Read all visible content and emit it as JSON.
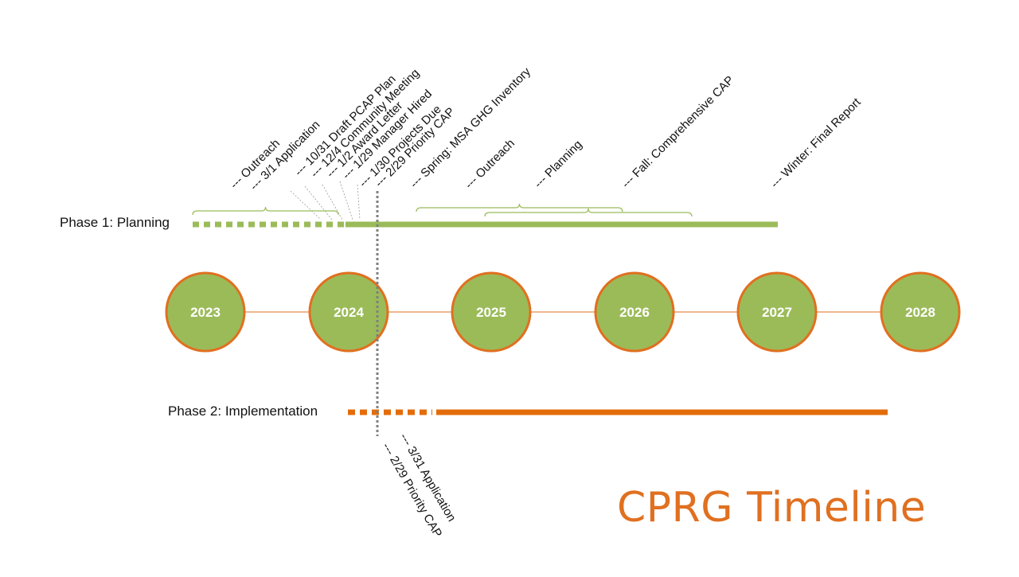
{
  "title": "CPRG Timeline",
  "colors": {
    "phase1": "#9bbb59",
    "phase2": "#e36c0a",
    "circle_fill": "#9bbb59",
    "circle_stroke": "#e07020",
    "title": "#e07020",
    "marker": "#7f7f7f",
    "connector": "#e07020"
  },
  "years": [
    "2023",
    "2024",
    "2025",
    "2026",
    "2027",
    "2028"
  ],
  "phases": [
    {
      "label": "Phase 1: Planning"
    },
    {
      "label": "Phase 2: Implementation"
    }
  ],
  "phase1_annotations": [
    "--- Outreach",
    "--- 3/1 Application",
    "--- 10/31 Draft PCAP Plan",
    "--- 12/4 Community Meeting",
    "--- 1/2 Award Letter",
    "--- 1/29 Manager Hired",
    "--- 1/30 Projects Due",
    "--- 2/29 Priority CAP",
    "--- Spring: MSA GHG Inventory",
    "--- Outreach",
    "--- Planning",
    "--- Fall: Comprehensive CAP",
    "--- Winter: Final Report"
  ],
  "phase2_annotations": [
    "--- 3/31 Application",
    "--- 2/29 Priority CAP"
  ]
}
